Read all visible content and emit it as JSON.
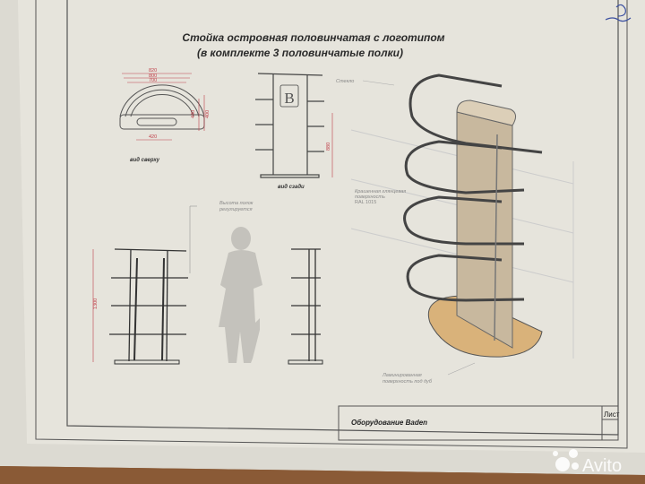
{
  "title": {
    "line1": "Стойка островная половинчатая с логотипом",
    "line2": "(в комплекте 3 половинчатые полки)"
  },
  "views": {
    "top_label": "вид сверху",
    "back_label": "вид сзади"
  },
  "dimensions": {
    "top_w1": "820",
    "top_w2": "800",
    "top_w3": "700",
    "top_d1": "440",
    "top_d2": "400",
    "top_inner": "420",
    "back_h": "880",
    "front_h": "1300"
  },
  "annotations": {
    "glass": "Стекло",
    "painted_line1": "Крашенная глянцевая",
    "painted_line2": "поверхность",
    "painted_line3": "RAL 1015",
    "shelves_line1": "Высота полок",
    "shelves_line2": "регулируется",
    "laminated_line1": "Ламинированная",
    "laminated_line2": "поверхность под дуб"
  },
  "title_block": {
    "company": "Оборудование Baden",
    "sheet_label": "Лист"
  },
  "watermark": "Avito",
  "logo_letter": "B",
  "colors": {
    "paper": "#e6e4dc",
    "line": "#3e3a36",
    "dimension": "#c0404a",
    "panel": "#c8b89e",
    "base_oak": "#d9b27a",
    "table_wood": "#8a5a36"
  }
}
